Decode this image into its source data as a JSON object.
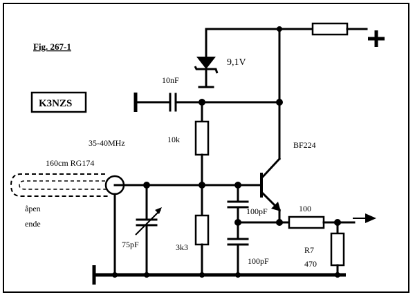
{
  "figure": {
    "title": "Fig. 267-1",
    "callsign": "K3NZS",
    "frequency": "35-40MHz",
    "cable_label": "160cm RG174",
    "open_end_line1": "åpen",
    "open_end_line2": "ende",
    "supply_plus": "+"
  },
  "components": {
    "zener": "9,1V",
    "input_cap": "10nF",
    "bias_top": "10k",
    "bias_bottom": "3k3",
    "transistor": "BF224",
    "trimmer": "75pF",
    "feedback_cap": "100pF",
    "emitter_cap": "100pF",
    "series_res": "100",
    "load_res_name": "R7",
    "load_res_value": "470"
  }
}
